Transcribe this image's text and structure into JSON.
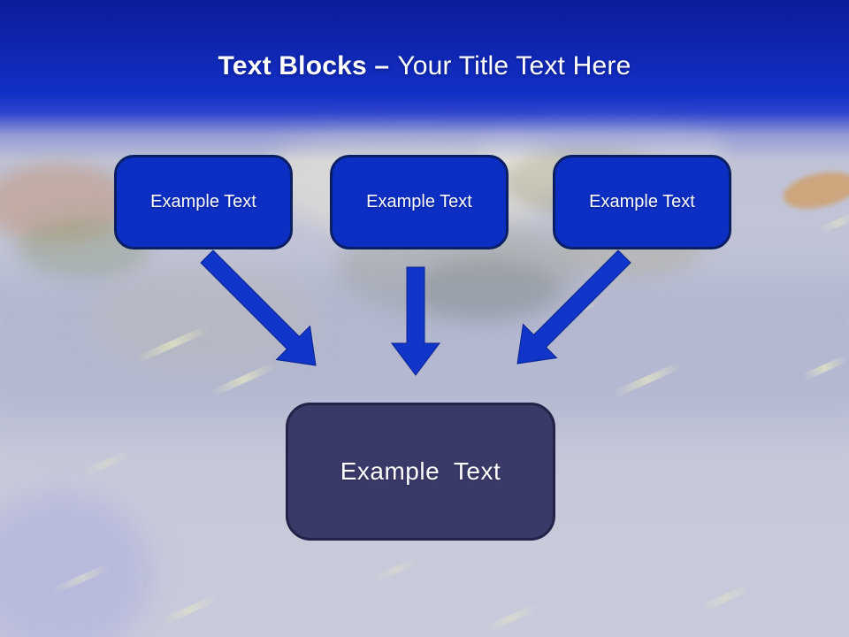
{
  "slide": {
    "title_bold": "Text Blocks –",
    "title_regular": "Your Title Text Here",
    "top_boxes": [
      {
        "label": "Example Text"
      },
      {
        "label": "Example Text"
      },
      {
        "label": "Example Text"
      }
    ],
    "center_box": {
      "label": "Example Text"
    },
    "arrows": [
      {
        "name": "diagonal-arrow-down-right"
      },
      {
        "name": "arrow-straight-down"
      },
      {
        "name": "diagonal-arrow-down-left"
      }
    ],
    "colors": {
      "header_top": "#0c1d9b",
      "header_blue": "#1230c7",
      "title_text": "#ffffff",
      "box_fill": "#0c2ec3",
      "box_border": "#0a1e63",
      "arrow_fill": "#1135c9",
      "center_box_fill": "#3a3a69",
      "center_box_border": "#232248",
      "background": "#c4c7d9"
    }
  }
}
